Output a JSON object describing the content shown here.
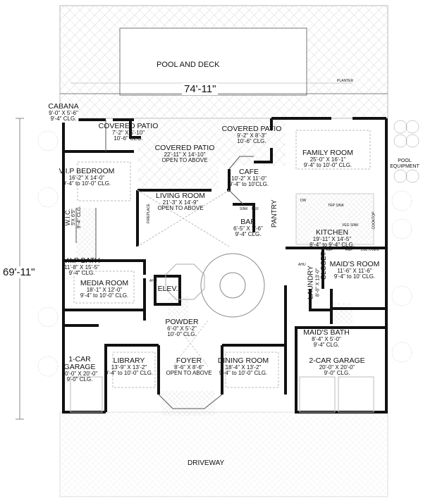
{
  "overall": {
    "width_dim": "74'-11\"",
    "depth_dim": "69'-11\""
  },
  "exterior": {
    "pool": "POOL AND DECK",
    "planter": "PLANTER",
    "pool_equipment": "POOL EQUIPMENT",
    "driveway": "DRIVEWAY"
  },
  "rooms": {
    "cabana": {
      "name": "CABANA",
      "dims": "9'-0\" X 5'-6\"",
      "clg": "9'-4\" CLG."
    },
    "patio_left": {
      "name": "COVERED PATIO",
      "dims": "7'-2\" X 5'-10\"",
      "clg": "10'-6\" CLG."
    },
    "patio_center": {
      "name": "COVERED PATIO",
      "dims": "22'-11\" X 14'-10\"",
      "clg": "OPEN TO ABOVE"
    },
    "patio_right": {
      "name": "COVERED PATIO",
      "dims": "9'-2\" X 8'-3\"",
      "clg": "10'-6\" CLG."
    },
    "family": {
      "name": "FAMILY ROOM",
      "dims": "25'-0\" X 16'-1\"",
      "clg": "9'-4\" to 10'-0\" CLG."
    },
    "vip_bedroom": {
      "name": "V.I.P BEDROOM",
      "dims": "16'-2\" X 14'-0\"",
      "clg": "9'-4\" to 10'-0\" CLG."
    },
    "cafe": {
      "name": "CAFE",
      "dims": "10'-2\" X 11'-0\"",
      "clg": "9'-4\" to 10'CLG."
    },
    "living": {
      "name": "LIVING ROOM",
      "dims": "21'-3\" X 14'-9\"",
      "clg": "OPEN TO ABOVE"
    },
    "bar": {
      "name": "BAR",
      "dims": "6'-5\" X 7'-6\"",
      "clg": "9'-4\" CLG."
    },
    "pantry": {
      "name": "PANTRY"
    },
    "kitchen": {
      "name": "KITCHEN",
      "dims": "19'-11\" X 14'-5\"",
      "clg": "8'-4\" to 9'-4\" CLG."
    },
    "wic": {
      "name": "W.I.C.",
      "dims": "5'X 6'5\"",
      "clg": "9'-4\" CLG."
    },
    "vip_bath": {
      "name": "V.I.P BATH",
      "dims": "11'-8\" X 15'-5\"",
      "clg": "9'-4\" CLG."
    },
    "media": {
      "name": "MEDIA ROOM",
      "dims": "18'-1\" X 12'-0\"",
      "clg": "9'-4\" to 10'-0\" CLG."
    },
    "elev": {
      "name": "ELEV."
    },
    "laundry": {
      "name": "LAUNDRY",
      "dims": "8'-0\" X 13'-0\""
    },
    "closet": {
      "name": "CLOSET"
    },
    "maids_room": {
      "name": "MAID'S ROOM",
      "dims": "11'-6\" X 11'-6\"",
      "clg": "9'-4\" to 10' CLG."
    },
    "powder": {
      "name": "POWDER",
      "dims": "6'-0\" X 5'-2\"",
      "clg": "10'-0\" CLG."
    },
    "maids_bath": {
      "name": "MAID'S BATH",
      "dims": "8'-4\" X 5'-0\"",
      "clg": "9'-4\" CLG."
    },
    "garage1": {
      "name1": "1-CAR",
      "name2": "GARAGE",
      "dims": "10'-0\" X 20'-0\"",
      "clg": "9'-0\" CLG."
    },
    "library": {
      "name": "LIBRARY",
      "dims": "13'-9\" X 13'-2\"",
      "clg": "9'-4\" to 10'-0\" CLG."
    },
    "foyer": {
      "name": "FOYER",
      "dims": "8'-6\" X 8'-6\"",
      "clg": "OPEN TO ABOVE"
    },
    "dining": {
      "name": "DINING ROOM",
      "dims": "18'-4\" X 13'-2\"",
      "clg": "9'-4\" to 10'-0\" CLG."
    },
    "garage2": {
      "name": "2-CAR GARAGE",
      "dims": "20'-0\" X 20'-0\"",
      "clg": "9'-0\" CLG."
    }
  },
  "fixtures": {
    "fireplace": "FIREPLACE",
    "sink": "SINK",
    "ref": "REF",
    "trp_sink": "TRP SINK",
    "dw": "DW",
    "cooktop": "COOKTOP",
    "ahu": "AHU",
    "veg_sink": "VEG SINK",
    "dbl_oven": "DBL OVEN"
  }
}
